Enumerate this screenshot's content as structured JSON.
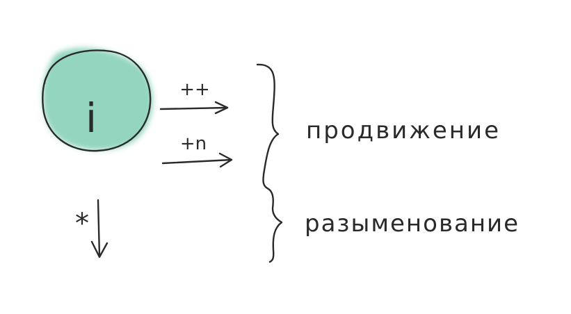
{
  "colors": {
    "ink": "#2a2a2a",
    "iterator_fill": "#6fc7aa",
    "background": "#ffffff"
  },
  "iterator": {
    "label": "i"
  },
  "operations": {
    "increment": "++",
    "advance": "+n",
    "dereference": "*"
  },
  "groups": {
    "advancement": "продвижение",
    "dereferencing": "разыменование"
  }
}
